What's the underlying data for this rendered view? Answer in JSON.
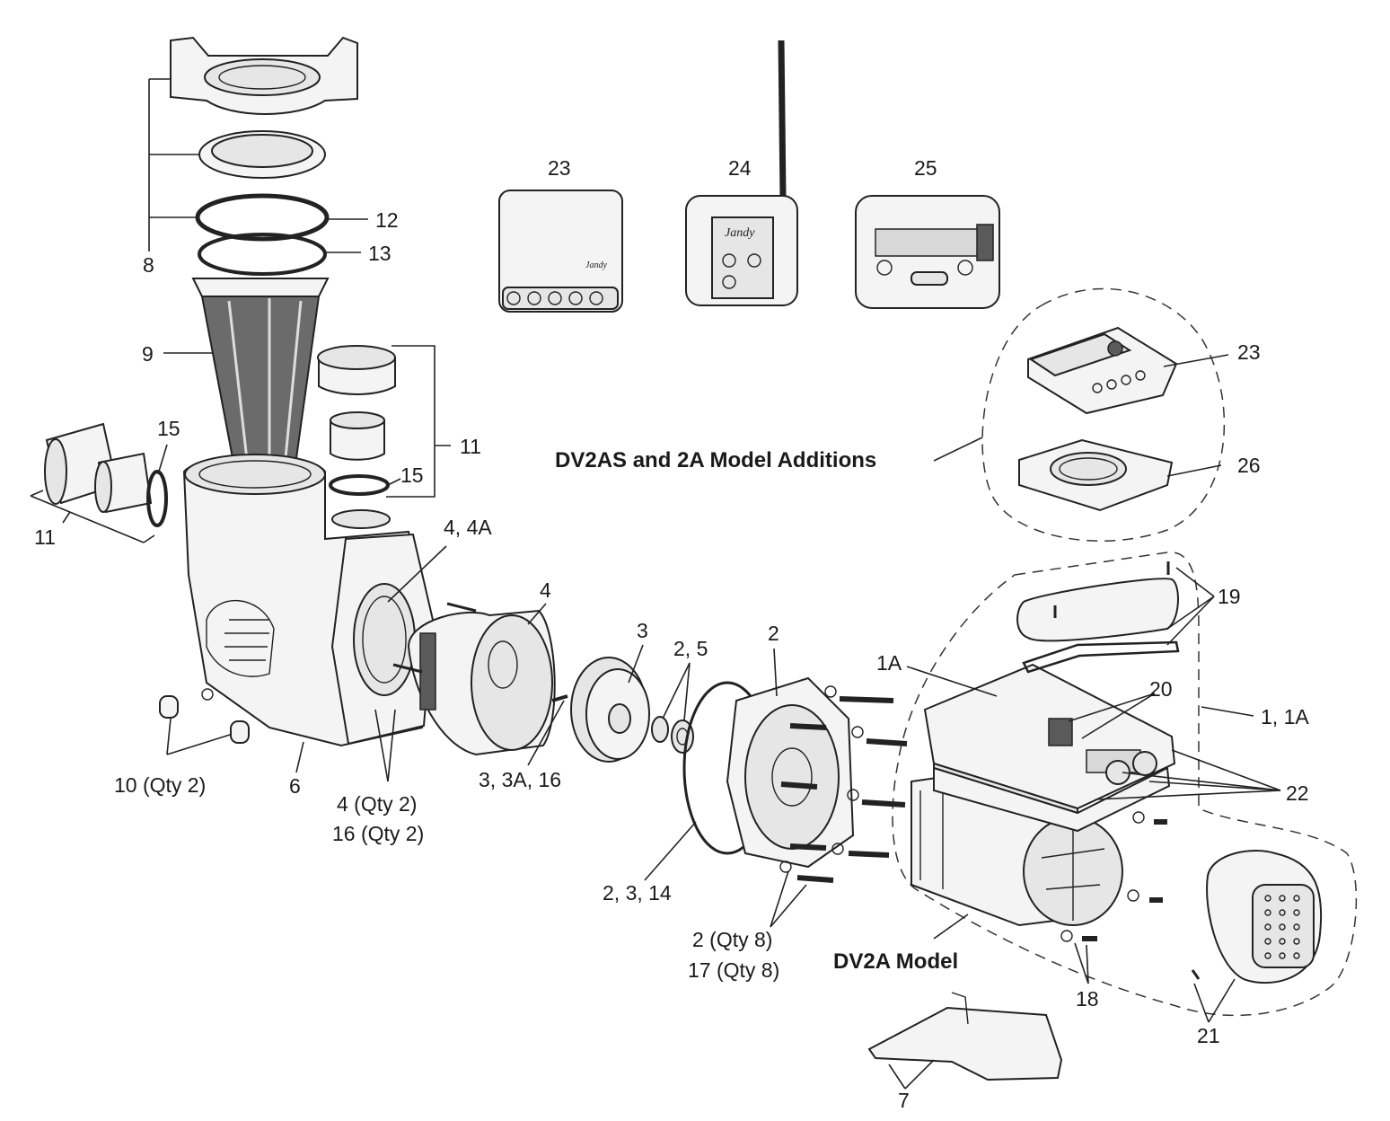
{
  "headings": {
    "additions": "DV2AS and 2A Model Additions",
    "model": "DV2A Model"
  },
  "brand": {
    "control_logo": "Jandy",
    "remote_logo": "Jandy"
  },
  "callouts": [
    "23",
    "24",
    "25",
    "12",
    "13",
    "8",
    "9",
    "15",
    "11",
    "15",
    "11",
    "4, 4A",
    "4",
    "3",
    "2, 5",
    "2",
    "23",
    "26",
    "19",
    "1A",
    "20",
    "1, 1A",
    "22",
    "10 (Qty 2)",
    "6",
    "4 (Qty 2)",
    "16 (Qty 2)",
    "3, 3A, 16",
    "2, 3, 14",
    "2 (Qty 8)",
    "17 (Qty 8)",
    "18",
    "21",
    "7"
  ]
}
